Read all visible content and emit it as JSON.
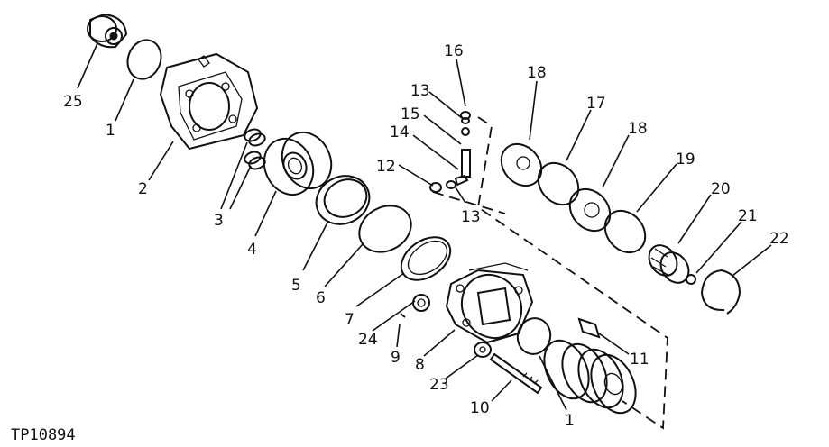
{
  "diagram": {
    "reference": "TP10894",
    "callouts": {
      "c1a": "1",
      "c1b": "1",
      "c2": "2",
      "c3": "3",
      "c4": "4",
      "c5": "5",
      "c6": "6",
      "c7": "7",
      "c8": "8",
      "c9": "9",
      "c10": "10",
      "c11": "11",
      "c12": "12",
      "c13a": "13",
      "c13b": "13",
      "c14": "14",
      "c15": "15",
      "c16": "16",
      "c17": "17",
      "c18a": "18",
      "c18b": "18",
      "c19": "19",
      "c20": "20",
      "c21": "21",
      "c22": "22",
      "c23": "23",
      "c24": "24",
      "c25": "25"
    }
  }
}
